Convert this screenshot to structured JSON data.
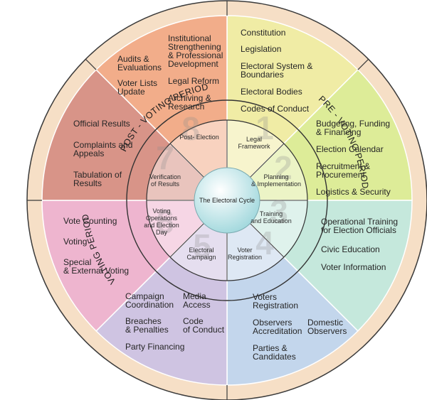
{
  "center_label": "The Electoral Cycle",
  "periods": {
    "post": "POST - VOTING PERIOD",
    "pre": "PRE - VOTING PERIOD",
    "voting": "VOTING PERIOD"
  },
  "phases": [
    {
      "number": "1",
      "label": [
        "Legal",
        "Framework"
      ]
    },
    {
      "number": "2",
      "label": [
        "Planning",
        "& Implementation"
      ]
    },
    {
      "number": "3",
      "label": [
        "Training",
        "and Education"
      ]
    },
    {
      "number": "4",
      "label": [
        "Voter",
        "Registration"
      ]
    },
    {
      "number": "5",
      "label": [
        "Electoral",
        "Campaign"
      ]
    },
    {
      "number": "6",
      "label": [
        "Voting",
        "Operations",
        "and Election",
        "Day"
      ]
    },
    {
      "number": "7",
      "label": [
        "Verification",
        "of Results"
      ]
    },
    {
      "number": "8",
      "label": [
        "Post- Election"
      ]
    }
  ],
  "outer_items": {
    "legal": [
      [
        "Constitution"
      ],
      [
        "Legislation"
      ],
      [
        "Electoral System &",
        "Boundaries"
      ],
      [
        "Electoral Bodies"
      ],
      [
        "Codes of Conduct"
      ]
    ],
    "planning": [
      [
        "Budgeting, Funding",
        "& Financing"
      ],
      [
        "Election Calendar"
      ],
      [
        "Recruitment &",
        "Procurement"
      ],
      [
        "Logistics & Security"
      ]
    ],
    "training": [
      [
        "Operational Training",
        "for Election Officials"
      ],
      [
        "Civic Education"
      ],
      [
        "Voter Information"
      ]
    ],
    "registration": [
      [
        "Voters",
        "Registration"
      ],
      [
        "Observers",
        "Accreditation"
      ],
      [
        "Domestic",
        "Observers"
      ],
      [
        "Parties &",
        "Candidates"
      ]
    ],
    "campaign": [
      [
        "Campaign",
        "Coordination"
      ],
      [
        "Media",
        "Access"
      ],
      [
        "Breaches",
        "& Penalties"
      ],
      [
        "Code",
        "of Conduct"
      ],
      [
        "Party Financing"
      ]
    ],
    "voting": [
      [
        "Vote Counting"
      ],
      [
        "Voting"
      ],
      [
        "Special",
        "& External Voting"
      ]
    ],
    "verification": [
      [
        "Official Results"
      ],
      [
        "Complaints and",
        "Appeals"
      ],
      [
        "Tabulation of",
        "Results"
      ]
    ],
    "post": [
      [
        "Audits &",
        "Evaluations"
      ],
      [
        "Voter Lists",
        "Update"
      ],
      [
        "Institutional",
        "Strengthening",
        "& Professional",
        "Development"
      ],
      [
        "Legal Reform"
      ],
      [
        "Archiving &",
        "Research"
      ]
    ]
  },
  "colors": {
    "legal": "#f0eca5",
    "planning": "#ddec98",
    "training": "#c5e8dc",
    "registration": "#c3d6ec",
    "campaign": "#cfc4e2",
    "voting": "#eeb5cf",
    "verification": "#d89488",
    "post": "#f2ad8a",
    "outer_ring": "#f6dfc6",
    "center": "#cfeef0"
  }
}
